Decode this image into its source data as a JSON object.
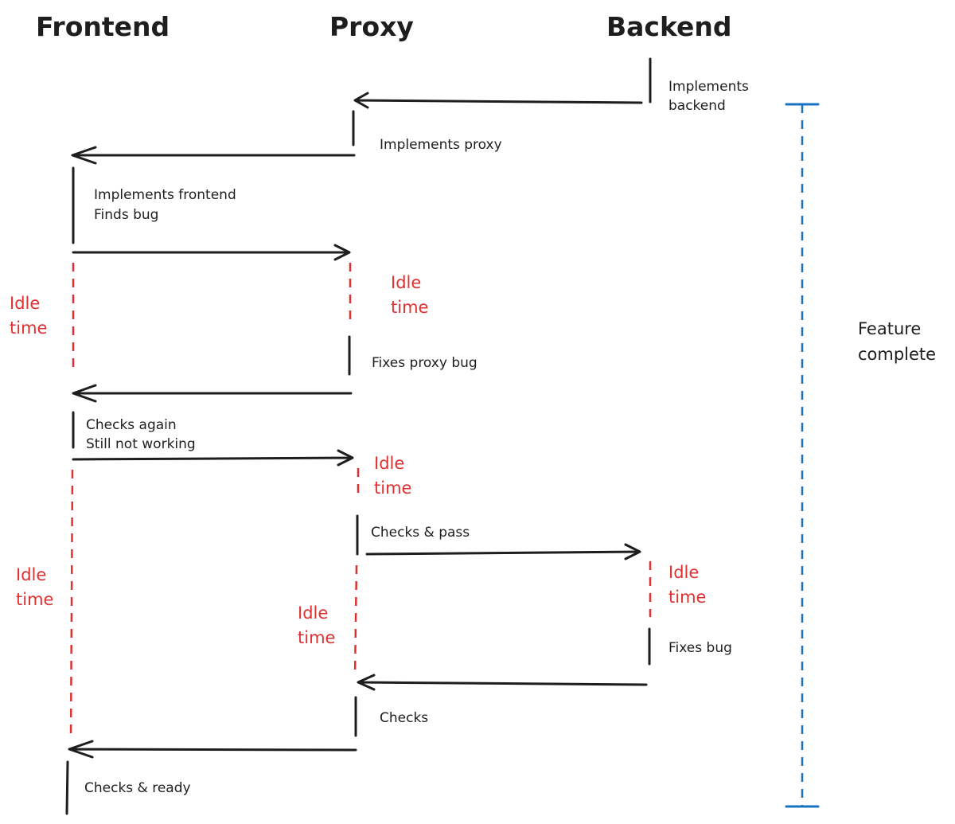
{
  "headers": {
    "frontend": "Frontend",
    "proxy": "Proxy",
    "backend": "Backend"
  },
  "notes": {
    "implements_backend_1": "Implements",
    "implements_backend_2": "backend",
    "implements_proxy": "Implements proxy",
    "implements_frontend": "Implements frontend",
    "finds_bug": "Finds bug",
    "fixes_proxy_bug": "Fixes proxy bug",
    "checks_again": "Checks again",
    "still_not_working": "Still not working",
    "checks_pass": "Checks & pass",
    "fixes_bug": "Fixes bug",
    "checks": "Checks",
    "checks_ready": "Checks & ready"
  },
  "idle": {
    "word1": "Idle",
    "word2": "time"
  },
  "feature": {
    "line1": "Feature",
    "line2": "complete"
  },
  "colors": {
    "ink": "#1e1e1e",
    "idle": "#e03131",
    "feature": "#1971c2"
  }
}
